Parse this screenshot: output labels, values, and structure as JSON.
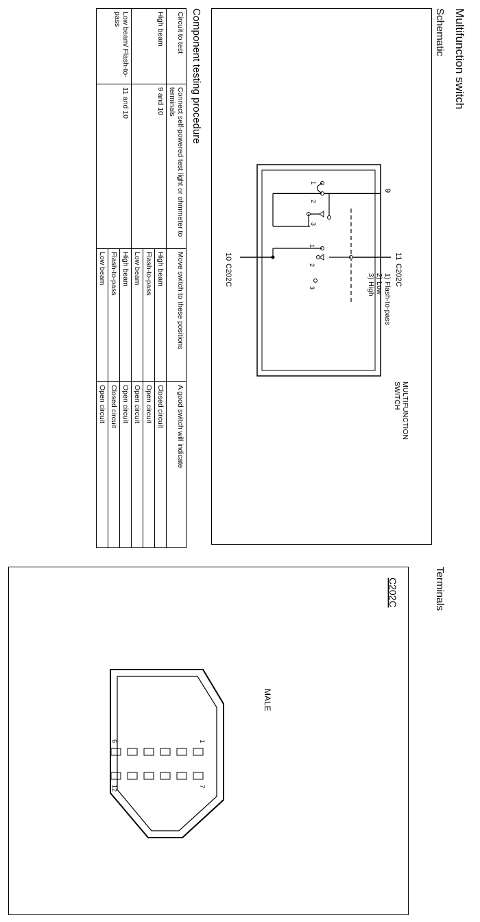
{
  "page": {
    "title": "Multifunction switch",
    "schematic_heading": "Schematic",
    "terminals_heading": "Terminals",
    "procedure_heading": "Component testing procedure"
  },
  "schematic": {
    "pin_9": "9",
    "pin_11": "11",
    "pin_10": "10",
    "connector_top": "C202C",
    "connector_bottom": "C202C",
    "legend": [
      "1) Flash-to-pass",
      "2) Low",
      "3) High"
    ],
    "switch_label": [
      "MULTIFUNCTION",
      "SWITCH"
    ],
    "contacts": [
      "1",
      "2",
      "3"
    ]
  },
  "terminals": {
    "connector_name": "C202C",
    "gender": "MALE",
    "pins": {
      "p1": "1",
      "p6": "6",
      "p7": "7",
      "p12": "12"
    }
  },
  "procedure": {
    "headers": [
      "Circuit to test",
      "Connect self-powered test light or ohmmeter to terminals",
      "Move switch to these positions",
      "A good switch will indicate"
    ],
    "rows": [
      {
        "circuit": "High beam",
        "terminals": "9 and 10",
        "positions": [
          "High beam",
          "Flash-to-pass",
          "Low beam"
        ],
        "results": [
          "Closed circuit",
          "Open circuit",
          "Open circuit"
        ]
      },
      {
        "circuit": "Low beam/ Flash-to-pass",
        "terminals": "11 and 10",
        "positions": [
          "High beam",
          "Flash-to-pass",
          "Low beam"
        ],
        "results": [
          "Open circuit",
          "Closed circuit",
          "Open circuit"
        ]
      }
    ]
  }
}
